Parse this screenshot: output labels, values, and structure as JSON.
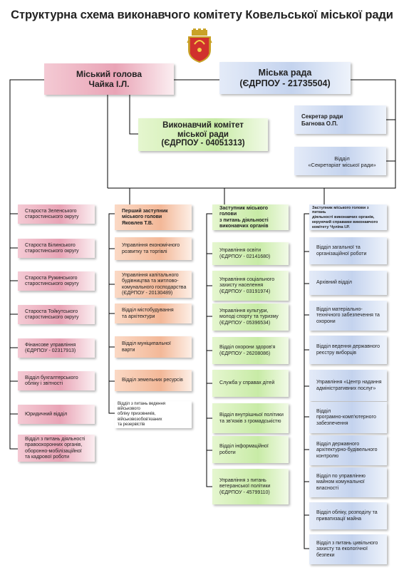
{
  "title": "Структурна схема виконавчого комітету Ковельської міської ради",
  "emblem_icon": "coat-of-arms-icon",
  "mayor": {
    "line1": "Міський голова",
    "line2": "Чайка І.Л."
  },
  "council": {
    "line1": "Міська рада",
    "line2": "(ЄДРПОУ - 21735504)"
  },
  "committee": {
    "line1": "Виконавчий комітет",
    "line2": "міської ради",
    "line3": "(ЄДРПОУ - 04051313)"
  },
  "secretary": {
    "line1": "Секретар ради",
    "line2": "Багнова О.П."
  },
  "secretariat": {
    "line1": "Відділ",
    "line2": "«Секретаріат міської ради»"
  },
  "col1": [
    [
      "Староста Зеленського",
      "старостинського округу"
    ],
    [
      "Староста Білинського",
      "старостинського округу"
    ],
    [
      "Староста Ружинського",
      "старостинського округу"
    ],
    [
      "Староста Тойкутського",
      "старостинського округу"
    ],
    [
      "Фінансове управління",
      "(ЄДРПОУ - 02317913)"
    ],
    [
      "Відділ бухгалтерського",
      "обліку і звітності"
    ],
    [
      "Юридичний відділ"
    ],
    [
      "Відділ з питань діяльності",
      "правоохоронних органів,",
      "оборонно-мобілізаційної",
      "та кадрової роботи"
    ]
  ],
  "col2_head": [
    "Перший заступник",
    "міського голови",
    "Яковлев Т.В."
  ],
  "col2": [
    [
      "Управління економічного",
      "розвитку та торгівлі"
    ],
    [
      "Управління капітального",
      "будівництва та житлово-",
      "комунального господарства",
      "(ЄДРПОУ - 20130489)"
    ],
    [
      "Відділ містобудування",
      "та архітектури"
    ],
    [
      "Відділ муніципальної",
      "варти"
    ],
    [
      "Відділ земельних ресурсів"
    ],
    [
      "Відділ з питань ведення військового",
      "обліку призовників,",
      "військовозобов'язаних",
      "та резервістів"
    ]
  ],
  "col3_head": [
    "Заступник міського голови",
    "з питань діяльності",
    "виконавчих органів"
  ],
  "col3": [
    [
      "Управління освіти",
      "(ЄДРПОУ - 02141680)"
    ],
    [
      "Управління соціального",
      "захисту населення",
      "(ЄДРПОУ - 03191974)"
    ],
    [
      "Управління культури,",
      "молоді спорту та туризму",
      "(ЄДРПОУ - 05396534)"
    ],
    [
      "Відділ охорони здоров'я",
      "(ЄДРПОУ - 26208086)"
    ],
    [
      "Служба у справах дітей"
    ],
    [
      "Відділ внутрішньої політики",
      "та зв'язків з громадськістю"
    ],
    [
      "Відділ інформаційної",
      "роботи"
    ],
    [
      "Управління з питань",
      "ветеранської політики",
      "(ЄДРПОУ - 45799110)"
    ]
  ],
  "col4_head": [
    "Заступник міського голови з питань",
    "діяльності виконавчих органів,",
    "керуючий справами виконавчого",
    "комітету Чуліпа І.Р."
  ],
  "col4": [
    [
      "Відділ загальної та",
      "організаційної роботи"
    ],
    [
      "Архівний відділ"
    ],
    [
      "Відділ матеріально-",
      "технічного забезпечення та",
      "охорони"
    ],
    [
      "Відділ ведення державного",
      "реєстру виборців"
    ],
    [
      "Управління «Центр надання",
      "адміністративних послуг»"
    ],
    [
      "Відділ",
      "програмно-комп'ютерного",
      "забезпечення"
    ],
    [
      "Відділ державного",
      "архітектурно-будівельного",
      "контролю"
    ],
    [
      "Відділ по управлінню",
      "майном комунальної",
      "власності"
    ],
    [
      "Відділ обліку, розподілу та",
      "приватизації майна"
    ],
    [
      "Відділ з питань цивільного",
      "захисту та екологічної",
      "безпеки"
    ]
  ]
}
